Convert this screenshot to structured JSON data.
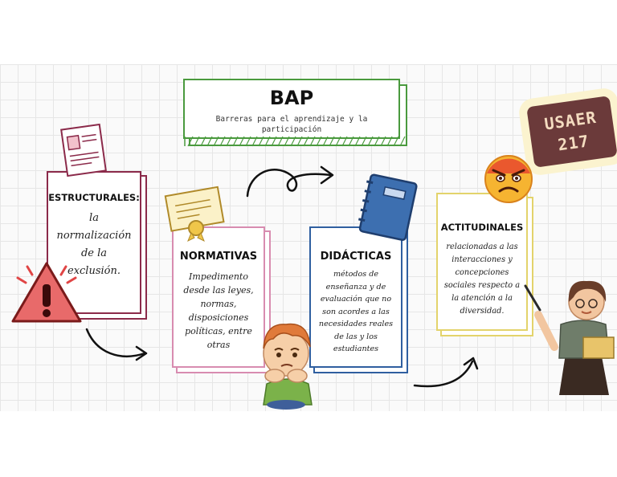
{
  "header": {
    "title": "BAP",
    "subtitle": "Barreras para el aprendizaje y la participación"
  },
  "badge": {
    "line1": "USAER",
    "line2": "217"
  },
  "cards": {
    "estructurales": {
      "title": "ESTRUCTURALES:",
      "body": "la normalización de la exclusión."
    },
    "normativas": {
      "title": "NORMATIVAS",
      "body": "Impedimento desde las leyes, normas, disposiciones políticas, entre otras"
    },
    "didacticas": {
      "title": "DIDÁCTICAS",
      "body": "métodos de enseñanza y de evaluación que no son acordes a las necesidades reales de las y los estudiantes"
    },
    "actitudinales": {
      "title": "ACTITUDINALES",
      "body": "relacionadas a las interacciones y concepciones sociales respecto a la atención a la diversidad."
    }
  },
  "colors": {
    "header_border": "#4a9a3e",
    "estructurales": "#8b2a4a",
    "normativas": "#d88cb0",
    "didacticas": "#2f5fa0",
    "actitudinales": "#e3d36b",
    "badge_bg": "#6b3a3a",
    "badge_text": "#f4dcc0",
    "warning": "#e04545"
  }
}
